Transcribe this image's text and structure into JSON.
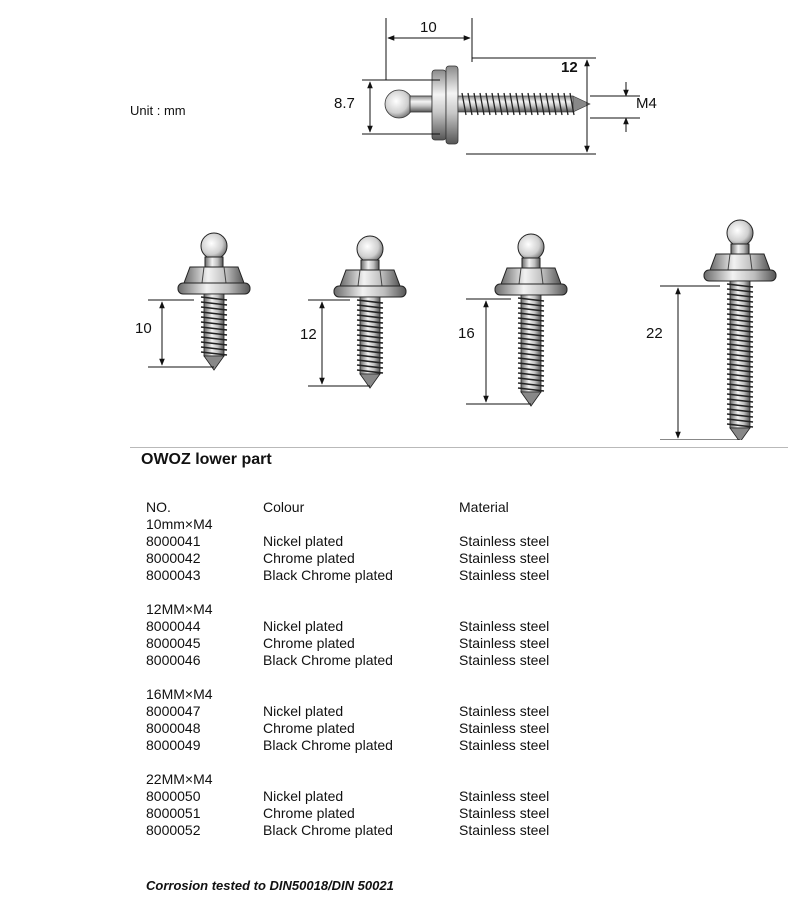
{
  "drawing": {
    "unit_label": "Unit : mm",
    "top_dims": {
      "overall_length": "10",
      "thread_length": "12",
      "head_height": "8.7",
      "thread_size": "M4"
    },
    "screws": [
      {
        "length": "10"
      },
      {
        "length": "12"
      },
      {
        "length": "16"
      },
      {
        "length": "22"
      }
    ]
  },
  "section": {
    "title": "OWOZ lower part",
    "headers": {
      "no": "NO.",
      "colour": "Colour",
      "material": "Material"
    },
    "groups": [
      {
        "size": "10mm×M4",
        "rows": [
          {
            "no": "8000041",
            "colour": "Nickel plated",
            "material": "Stainless steel"
          },
          {
            "no": "8000042",
            "colour": "Chrome plated",
            "material": "Stainless steel"
          },
          {
            "no": "8000043",
            "colour": "Black Chrome plated",
            "material": "Stainless steel"
          }
        ]
      },
      {
        "size": "12MM×M4",
        "rows": [
          {
            "no": "8000044",
            "colour": "Nickel plated",
            "material": "Stainless steel"
          },
          {
            "no": "8000045",
            "colour": "Chrome plated",
            "material": "Stainless steel"
          },
          {
            "no": "8000046",
            "colour": "Black Chrome plated",
            "material": "Stainless steel"
          }
        ]
      },
      {
        "size": "16MM×M4",
        "rows": [
          {
            "no": "8000047",
            "colour": "Nickel plated",
            "material": "Stainless steel"
          },
          {
            "no": "8000048",
            "colour": "Chrome plated",
            "material": "Stainless steel"
          },
          {
            "no": "8000049",
            "colour": "Black Chrome plated",
            "material": "Stainless steel"
          }
        ]
      },
      {
        "size": "22MM×M4",
        "rows": [
          {
            "no": "8000050",
            "colour": "Nickel plated",
            "material": "Stainless steel"
          },
          {
            "no": "8000051",
            "colour": "Chrome plated",
            "material": "Stainless steel"
          },
          {
            "no": "8000052",
            "colour": "Black Chrome plated",
            "material": "Stainless steel"
          }
        ]
      }
    ]
  },
  "footer": {
    "note": "Corrosion tested to DIN50018/DIN 50021"
  }
}
